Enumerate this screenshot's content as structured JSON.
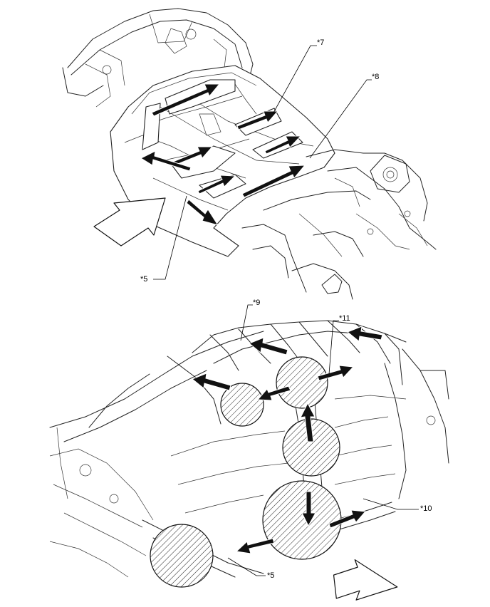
{
  "top_view": {
    "callouts": [
      {
        "id": "c5-top",
        "label": "*5"
      },
      {
        "id": "c7",
        "label": "*7"
      },
      {
        "id": "c8",
        "label": "*8"
      }
    ]
  },
  "bottom_view": {
    "callouts": [
      {
        "id": "c9",
        "label": "*9"
      },
      {
        "id": "c11",
        "label": "*11"
      },
      {
        "id": "c10",
        "label": "*10"
      },
      {
        "id": "c5-bottom",
        "label": "*5"
      }
    ]
  }
}
